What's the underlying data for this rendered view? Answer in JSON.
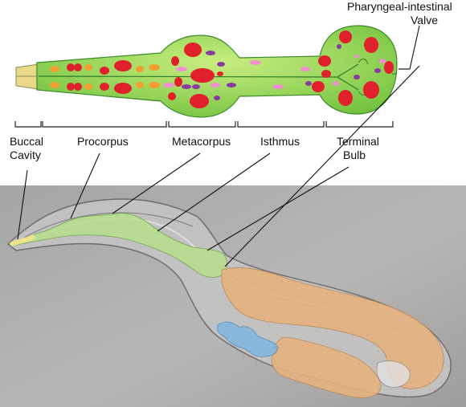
{
  "labels": {
    "buccal_cavity_line1": "Buccal",
    "buccal_cavity_line2": "Cavity",
    "procorpus": "Procorpus",
    "metacorpus": "Metacorpus",
    "isthmus": "Isthmus",
    "terminal_bulb_line1": "Terminal",
    "terminal_bulb_line2": "Bulb",
    "pi_valve_line1": "Pharyngeal-intestinal",
    "pi_valve_line2": "Valve"
  },
  "colors": {
    "pharynx_green": "#8fd14f",
    "cell_red": "#e0202a",
    "cell_orange": "#f0a030",
    "cell_purple": "#8a3aa0",
    "cell_pink": "#f090d0",
    "buccal_tan": "#e8d888",
    "micrograph_bg": "#a9a9a9",
    "pharynx_overlay": "#b6e08a",
    "intestine_overlay": "#e5b27f",
    "gonad_overlay": "#7fb6e0"
  }
}
